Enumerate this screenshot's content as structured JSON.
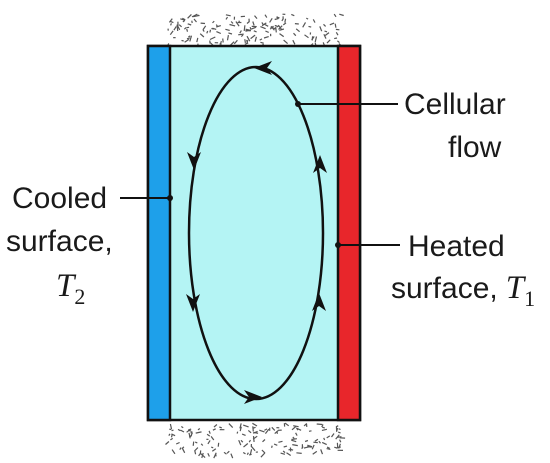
{
  "labels": {
    "cellular_flow": [
      "Cellular",
      "flow"
    ],
    "cooled_surface": [
      "Cooled",
      "surface,"
    ],
    "cooled_temp": {
      "symbol": "T",
      "subscript": "2"
    },
    "heated_surface": [
      "Heated",
      "surface,"
    ],
    "heated_temp": {
      "symbol": "T",
      "subscript": "1"
    }
  },
  "colors": {
    "cooled_wall": "#1ea0ea",
    "heated_wall": "#e8262b",
    "fluid": "#b4f4f4",
    "insulation": "#555555"
  }
}
